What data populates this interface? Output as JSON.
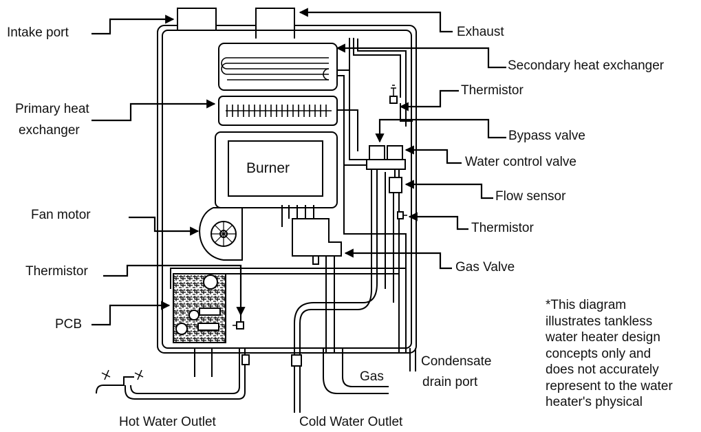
{
  "labels": {
    "intake_port": "Intake port",
    "exhaust": "Exhaust",
    "secondary_heat_exchanger": "Secondary heat exchanger",
    "thermistor_top": "Thermistor",
    "primary_heat_exchanger_line1": "Primary heat",
    "primary_heat_exchanger_line2": "exchanger",
    "bypass_valve": "Bypass valve",
    "burner": "Burner",
    "water_control_valve": "Water control valve",
    "flow_sensor": "Flow sensor",
    "fan_motor": "Fan motor",
    "thermistor_mid": "Thermistor",
    "thermistor_left": "Thermistor",
    "gas_valve": "Gas Valve",
    "pcb": "PCB",
    "condensate_line1": "Condensate",
    "condensate_line2": "drain port",
    "gas": "Gas",
    "hot_water_outlet": "Hot Water Outlet",
    "cold_water_outlet": "Cold Water Outlet"
  },
  "note": {
    "lines": [
      "*This diagram",
      "illustrates tankless",
      "water heater design",
      "concepts only and",
      "does not accurately",
      "represent to the water",
      "heater's physical"
    ]
  },
  "colors": {
    "line": "#000000",
    "background": "#ffffff"
  }
}
